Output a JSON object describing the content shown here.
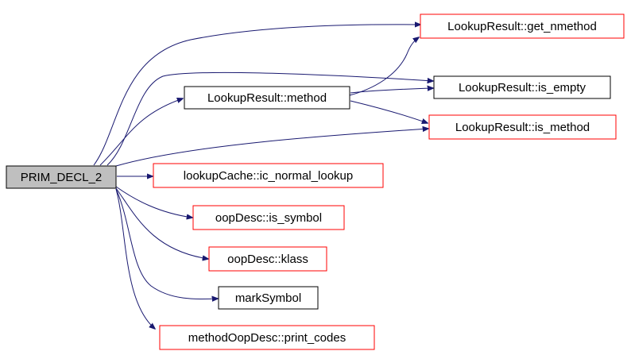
{
  "graph": {
    "nodes": [
      {
        "id": "prim",
        "label": "PRIM_DECL_2",
        "style": "root"
      },
      {
        "id": "get_nmethod",
        "label": "LookupResult::get_nmethod",
        "style": "red"
      },
      {
        "id": "method",
        "label": "LookupResult::method",
        "style": "black"
      },
      {
        "id": "is_empty",
        "label": "LookupResult::is_empty",
        "style": "black"
      },
      {
        "id": "is_method",
        "label": "LookupResult::is_method",
        "style": "red"
      },
      {
        "id": "ic_normal_lookup",
        "label": "lookupCache::ic_normal_lookup",
        "style": "red"
      },
      {
        "id": "is_symbol",
        "label": "oopDesc::is_symbol",
        "style": "red"
      },
      {
        "id": "klass",
        "label": "oopDesc::klass",
        "style": "red"
      },
      {
        "id": "markSymbol",
        "label": "markSymbol",
        "style": "black"
      },
      {
        "id": "print_codes",
        "label": "methodOopDesc::print_codes",
        "style": "red"
      }
    ],
    "edges": [
      {
        "from": "prim",
        "to": "get_nmethod"
      },
      {
        "from": "prim",
        "to": "method"
      },
      {
        "from": "prim",
        "to": "is_empty"
      },
      {
        "from": "prim",
        "to": "is_method"
      },
      {
        "from": "prim",
        "to": "ic_normal_lookup"
      },
      {
        "from": "prim",
        "to": "is_symbol"
      },
      {
        "from": "prim",
        "to": "klass"
      },
      {
        "from": "prim",
        "to": "markSymbol"
      },
      {
        "from": "prim",
        "to": "print_codes"
      },
      {
        "from": "method",
        "to": "get_nmethod"
      },
      {
        "from": "method",
        "to": "is_empty"
      },
      {
        "from": "method",
        "to": "is_method"
      }
    ],
    "colors": {
      "edge": "#191970",
      "red_border": "#ff0000",
      "black_border": "#000000",
      "root_fill": "#bfbfbf",
      "fill": "#ffffff"
    }
  }
}
